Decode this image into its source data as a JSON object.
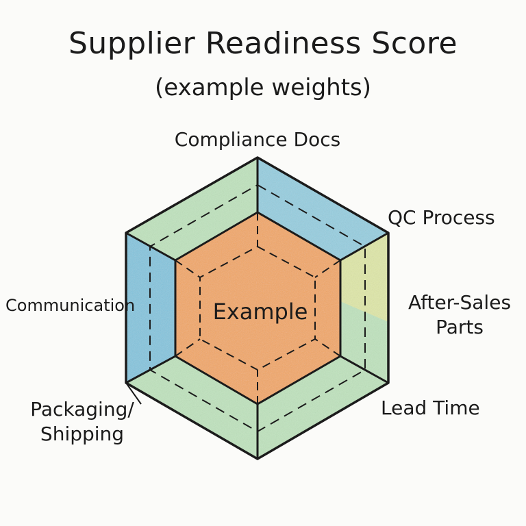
{
  "title": "Supplier Readiness Score",
  "subtitle": "(example weights)",
  "axes": {
    "compliance": "Compliance Docs",
    "qc": "QC Process",
    "after_sales_line1": "After-Sales",
    "after_sales_line2": "Parts",
    "lead_time": "Lead Time",
    "packaging_line1": "Packaging/",
    "packaging_line2": "Shipping",
    "communication": "Communication"
  },
  "center_label": "Example",
  "colors": {
    "outer_green": "#bfe3bd",
    "outer_blue": "#8fcbe6",
    "outer_yellow": "#e3e8a6",
    "inner_orange": "#f2a766",
    "ink": "#1b1b1b"
  }
}
